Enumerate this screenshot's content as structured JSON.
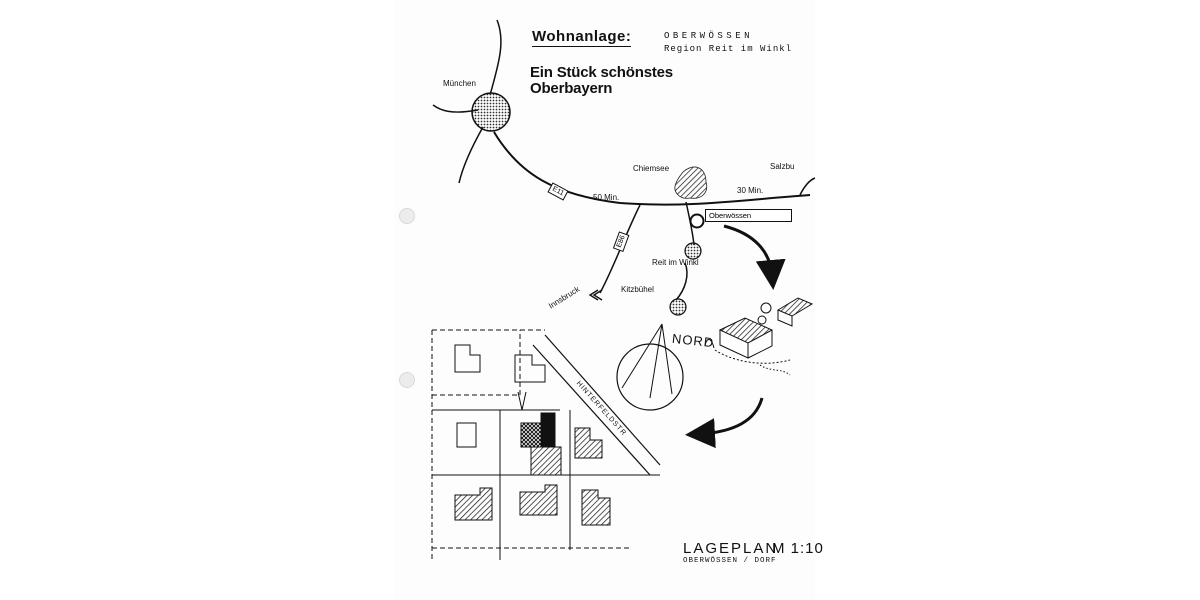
{
  "header": {
    "title": "Wohnanlage:",
    "place": "OBERWÖSSEN",
    "region": "Region Reit im Winkl"
  },
  "headline": {
    "line1": "Ein Stück schönstes",
    "line2": "Oberbayern"
  },
  "map": {
    "cities": {
      "muenchen": "München",
      "chiemsee": "Chiemsee",
      "salzburg": "Salzbu",
      "oberwoessen": "Oberwössen",
      "reit_im_winkl": "Reit im Winkl",
      "kitzbuehel": "Kitzbühel",
      "innsbruck": "Innsbruck"
    },
    "roads": {
      "e11": "E11",
      "e86": "E86"
    },
    "times": {
      "west": "50 Min.",
      "east": "30 Min."
    }
  },
  "site_plan": {
    "north": "NORD",
    "street": "HINTERFELDSTR",
    "title": "LAGEPLAN",
    "scale": "M 1:10",
    "location": "OBERWÖSSEN / DORF"
  }
}
